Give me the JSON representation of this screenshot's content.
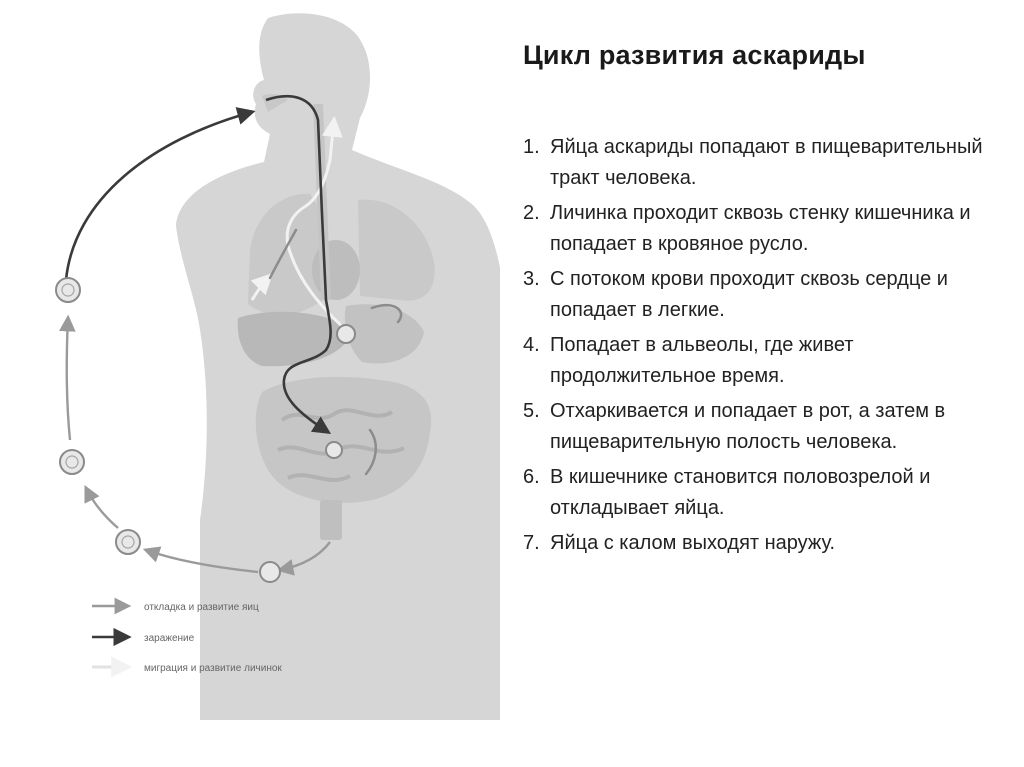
{
  "title": "Цикл развития аскариды",
  "steps": [
    {
      "num": "1.",
      "text": "Яйца аскариды попадают в пищеварительный тракт человека."
    },
    {
      "num": "2.",
      "text": "Личинка проходит сквозь стенку кишечника и попадает в кровяное русло."
    },
    {
      "num": "3.",
      "text": "С потоком крови проходит сквозь сердце и попадает в легкие."
    },
    {
      "num": "4.",
      "text": "Попадает в альвеолы, где живет продолжительное время."
    },
    {
      "num": "5.",
      "text": "Отхаркивается и попадает в рот, а затем в пищеварительную полость человека."
    },
    {
      "num": "6.",
      "text": "В кишечнике становится половозрелой и откладывает яйца."
    },
    {
      "num": "7.",
      "text": "Яйца с калом выходят наружу."
    }
  ],
  "legend": {
    "egg_laying": "откладка и развитие яиц",
    "infection": "заражение",
    "larva_migration": "миграция и развитие личинок"
  },
  "colors": {
    "body": "#d6d6d6",
    "organ": "#c4c4c4",
    "infection_arrow": "#3a3a3a",
    "egg_arrow": "#9a9a9a",
    "migration_arrow": "#e6e6e6"
  }
}
